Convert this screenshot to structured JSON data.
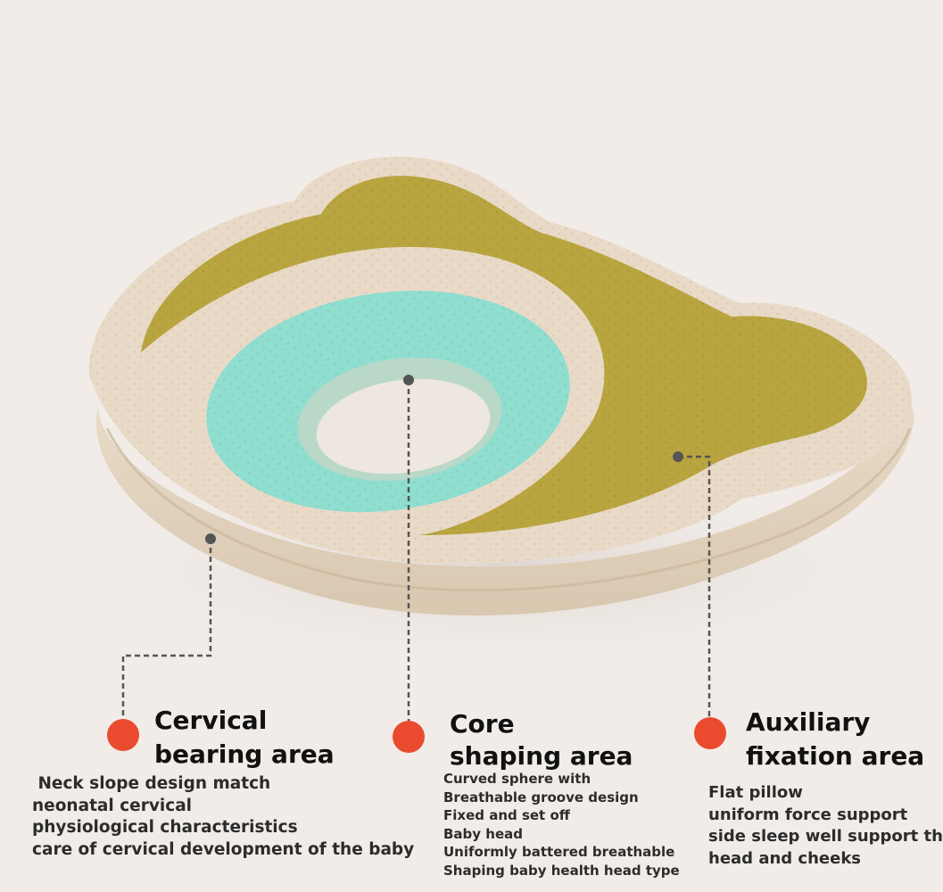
{
  "colors": {
    "background": "#f1ece8",
    "pillow_beige": "#e8d9c6",
    "pillow_olive": "#b8a540",
    "core_teal": "#8fded0",
    "dot_red": "#ea4b2e",
    "leader_gray": "#555555"
  },
  "callouts": [
    {
      "title_line1": "Cervical",
      "title_line2": "bearing area",
      "lines": [
        " Neck slope design match",
        "neonatal cervical",
        "physiological characteristics",
        "care of cervical development of the baby"
      ]
    },
    {
      "title_line1": "Core",
      "title_line2": "shaping area",
      "lines": [
        "Curved sphere with",
        "Breathable groove design",
        "Fixed and set off",
        "Baby head",
        "Uniformly battered breathable",
        "Shaping baby health head type"
      ]
    },
    {
      "title_line1": "Auxiliary",
      "title_line2": "fixation area",
      "lines": [
        "Flat pillow",
        "uniform force support",
        "side sleep well support the",
        "head and cheeks"
      ]
    }
  ]
}
